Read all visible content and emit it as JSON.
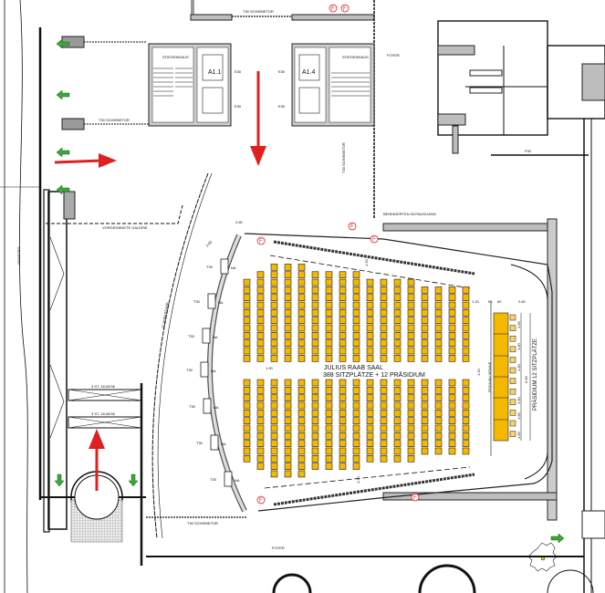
{
  "hall": {
    "name": "JULIUS RAAB SAAL",
    "capacity": "388 SITZPLÄTZE + 12 PRÄSIDIUM",
    "podium_label": "PODIUM / BÜHNE",
    "presidium_label": "PRÄSIDIUM 12 SITZPLÄTZE",
    "seat_color": "#f5b800",
    "seats_top_block": [
      11,
      12,
      13,
      13,
      13,
      12,
      12,
      12,
      12,
      11,
      11,
      11,
      11,
      10,
      10,
      10,
      10
    ],
    "seats_bottom_block": [
      11,
      12,
      13,
      13,
      13,
      12,
      12,
      12,
      12,
      11,
      11,
      11,
      11,
      10,
      10,
      10,
      10
    ],
    "presidium_seats": 12
  },
  "labels": {
    "sliding_door": "T30 SCHIEBETÜR",
    "sliding_door_right": "T30 SCHIEBETÜR",
    "sliding_door_bottom": "T30 SCHIEBETÜR",
    "sliding_door_top": "T30 SCHIEBETÜR",
    "stair_left": "STIEGENHAUS",
    "stair_right": "STIEGENHAUS",
    "elevator_left": "A1.1",
    "elevator_right": "A1.4",
    "foyer_top": "FOYER",
    "foyer_bottom": "FOYER",
    "gallery": "VORGEHÄNGTE GALERIE",
    "sidewalk": "GEHSTEG",
    "accessible_exit": "BEHINDERTEN NOTAUSGANG",
    "glass_facade": "GLASFASSADE",
    "stair_bottom_1": "3 ST. 18,00/36",
    "stair_bottom_2": "3 ST. 18,00/36",
    "door_rating": "T30",
    "fire_rating": "F90",
    "emergency_light": "NA",
    "e30": "E30",
    "fire_symbol": "F"
  },
  "dimensions": {
    "gallery_1": "2.60",
    "gallery_2": "2.60",
    "aisle_top": "1.20",
    "aisle_bottom": "1.20",
    "aisle_mid": "1.20",
    "podium_gap": "1.15",
    "podium_w1": "50",
    "podium_w2": "60",
    "podium_w3": "2.60",
    "presidium_pitch": "1.60",
    "presidium_total": "9.60",
    "row_width": "1.00"
  },
  "colors": {
    "escape_arrow": "#e02020",
    "exit_sign": "#3aaa35",
    "fire_marker": "#d22222",
    "wall_fill": "#bdbdbd"
  }
}
